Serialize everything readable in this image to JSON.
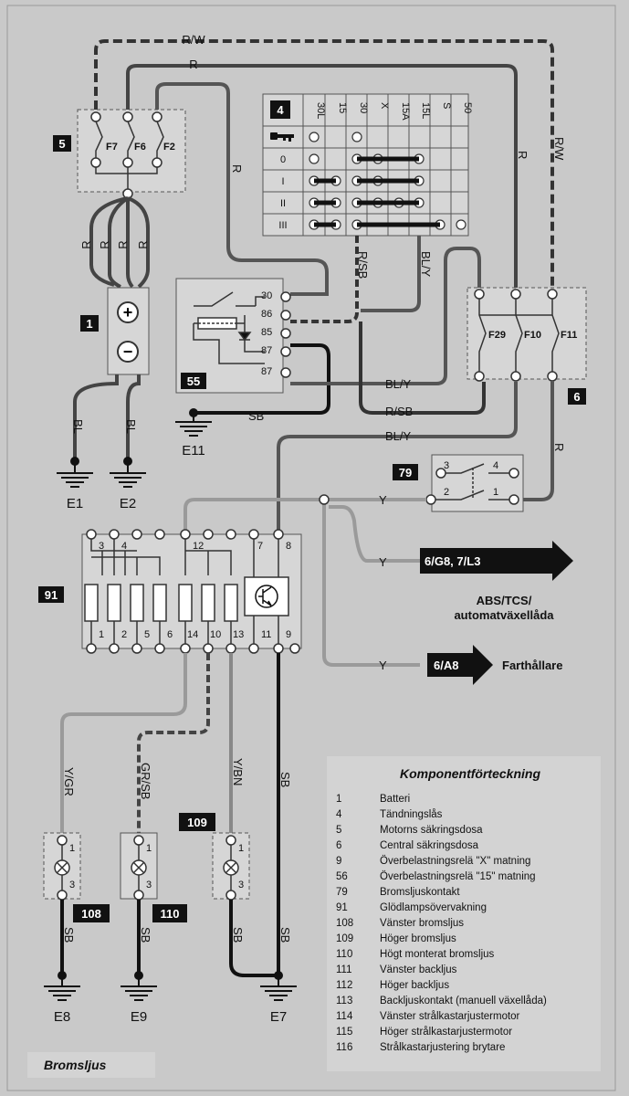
{
  "wire_colors": {
    "rw": "R/W",
    "r": "R",
    "bl": "BL",
    "sb": "SB",
    "rsb": "R/SB",
    "bly": "BL/Y",
    "y": "Y",
    "ygr": "Y/GR",
    "grsb": "GR/SB",
    "ybn": "Y/BN"
  },
  "components": {
    "c5": "5",
    "c1": "1",
    "c55": "55",
    "c4": "4",
    "c6": "6",
    "c79": "79",
    "c91": "91",
    "c108": "108",
    "c109": "109",
    "c110": "110"
  },
  "fuses": {
    "f7": "F7",
    "f6": "F6",
    "f2": "F2",
    "f29": "F29",
    "f10": "F10",
    "f11": "F11"
  },
  "ignition_switch": {
    "columns": [
      "30L",
      "15",
      "30",
      "X",
      "15A",
      "15L",
      "S",
      "50"
    ],
    "rows": [
      "0",
      "I",
      "II",
      "III"
    ]
  },
  "relay55_pins": [
    "30",
    "86",
    "85",
    "87",
    "87"
  ],
  "switch79_pins": [
    "3",
    "4",
    "2",
    "1"
  ],
  "module91": {
    "top_pins": [
      "3",
      "4",
      "12",
      "7",
      "8"
    ],
    "bottom_pins": [
      "1",
      "2",
      "5",
      "6",
      "14",
      "10",
      "13",
      "11",
      "9"
    ]
  },
  "lamp_pins": [
    "1",
    "3"
  ],
  "grounds": {
    "e1": "E1",
    "e2": "E2",
    "e11": "E11",
    "e8": "E8",
    "e9": "E9",
    "e7": "E7"
  },
  "battery_symbols": {
    "plus": "+",
    "minus": "−"
  },
  "destinations": {
    "d1_ref": "6/G8, 7/L3",
    "d1_line1": "ABS/TCS/",
    "d1_line2": "automatväxellåda",
    "d2_ref": "6/A8",
    "d2_label": "Farthållare"
  },
  "legend": {
    "title": "Komponentförteckning",
    "items": [
      {
        "num": "1",
        "text": "Batteri"
      },
      {
        "num": "4",
        "text": "Tändningslås"
      },
      {
        "num": "5",
        "text": "Motorns säkringsdosa"
      },
      {
        "num": "6",
        "text": "Central säkringsdosa"
      },
      {
        "num": "9",
        "text": "Överbelastningsrelä \"X\" matning"
      },
      {
        "num": "56",
        "text": "Överbelastningsrelä \"15\" matning"
      },
      {
        "num": "79",
        "text": "Bromsljuskontakt"
      },
      {
        "num": "91",
        "text": "Glödlampsövervakning"
      },
      {
        "num": "108",
        "text": "Vänster bromsljus"
      },
      {
        "num": "109",
        "text": "Höger bromsljus"
      },
      {
        "num": "110",
        "text": "Högt monterat bromsljus"
      },
      {
        "num": "111",
        "text": "Vänster backljus"
      },
      {
        "num": "112",
        "text": "Höger backljus"
      },
      {
        "num": "113",
        "text": "Backljuskontakt (manuell växellåda)"
      },
      {
        "num": "114",
        "text": "Vänster strålkastarjustermotor"
      },
      {
        "num": "115",
        "text": "Höger strålkastarjustermotor"
      },
      {
        "num": "116",
        "text": "Strålkastarjustering brytare"
      }
    ]
  },
  "caption": "Bromsljus",
  "colors": {
    "wire": "#333333",
    "wire_light": "#9a9a9a",
    "box_fill": "#d6d6d6",
    "tag_bg": "#111111",
    "paper": "#c9c9c9"
  }
}
